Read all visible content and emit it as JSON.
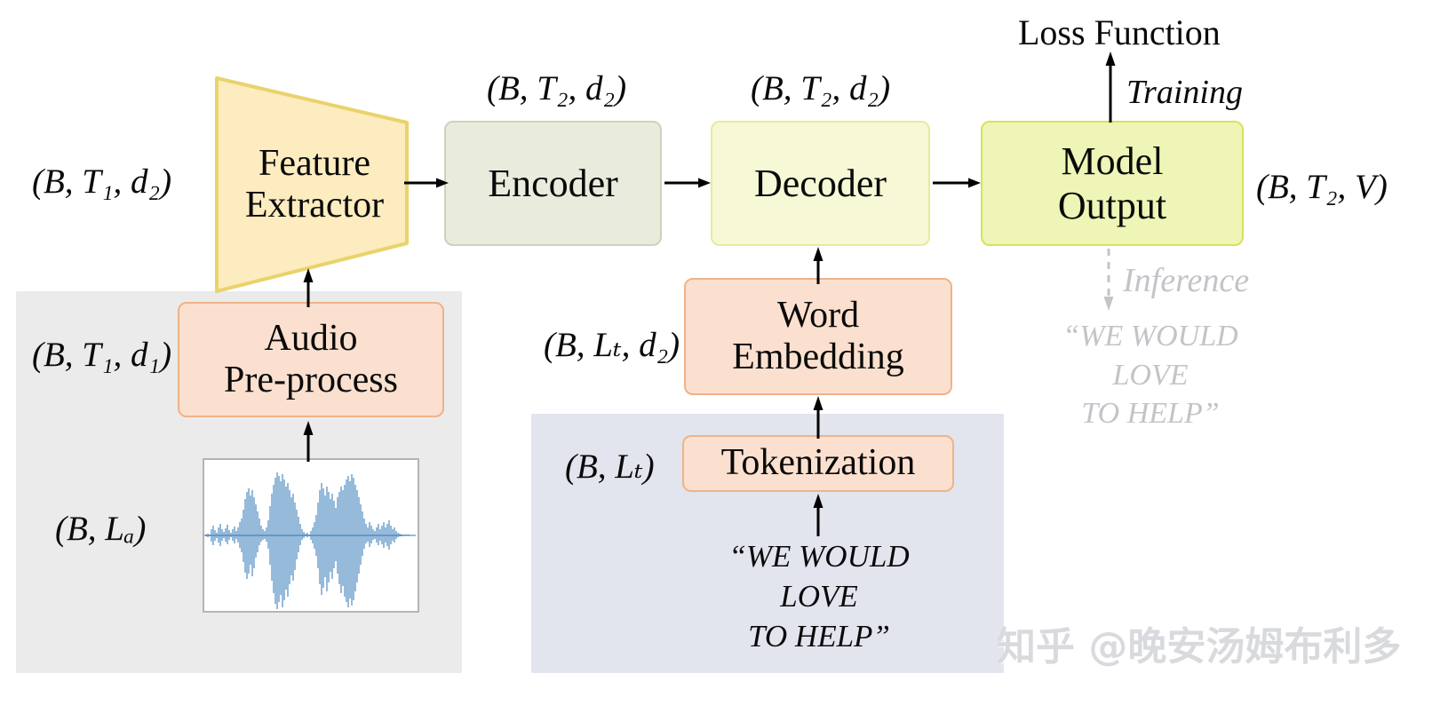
{
  "diagram": {
    "title": "Speech recognition encoder-decoder pipeline",
    "panels": {
      "audio_branch_name": "audio-input-group",
      "text_branch_name": "text-input-group"
    },
    "nodes": {
      "feature_extractor": "Feature\nExtractor",
      "feature_extractor_line1": "Feature",
      "feature_extractor_line2": "Extractor",
      "encoder": "Encoder",
      "decoder": "Decoder",
      "model_output_line1": "Model",
      "model_output_line2": "Output",
      "audio_preprocess_line1": "Audio",
      "audio_preprocess_line2": "Pre-process",
      "word_embedding_line1": "Word",
      "word_embedding_line2": "Embedding",
      "tokenization": "Tokenization"
    },
    "labels": {
      "loss_function": "Loss Function",
      "training": "Training",
      "inference": "Inference",
      "inference_text_line1": "“WE WOULD LOVE",
      "inference_text_line2": "TO HELP”",
      "input_text_line1": "“WE WOULD LOVE",
      "input_text_line2": "TO HELP”"
    },
    "tensor_shapes": {
      "feature_extractor_out_left": "(B, T₁, d₂)",
      "encoder_in": "(B, T₂, d₂)",
      "decoder_in": "(B, T₂, d₂)",
      "model_output_out": "(B, T₂, V)",
      "audio_preprocess_out": "(B, T₁, d₁)",
      "raw_audio": "(B, Lₐ)",
      "word_embedding_out": "(B, Lₜ, d₂)",
      "tokenization_out": "(B, Lₜ)"
    },
    "watermark": "知乎 @晚安汤姆布利多",
    "colors": {
      "peach_fill": "#fbe0cf",
      "peach_stroke": "#eeb388",
      "olive_fill": "#e9ecdd",
      "olive_stroke": "#cdd3bb",
      "cream_fill": "#f7f8d5",
      "cream_stroke": "#e8eb9c",
      "lime_fill": "#eef5b6",
      "lime_stroke": "#d6e35a",
      "trapezoid_fill": "#fcecc0",
      "trapezoid_stroke": "#e9d36a",
      "audio_panel": "#ebebeb",
      "text_panel": "#e2e5ee",
      "waveform": "#2e75b6",
      "inference_muted": "#c2c4c8",
      "arrow": "#000000"
    }
  }
}
